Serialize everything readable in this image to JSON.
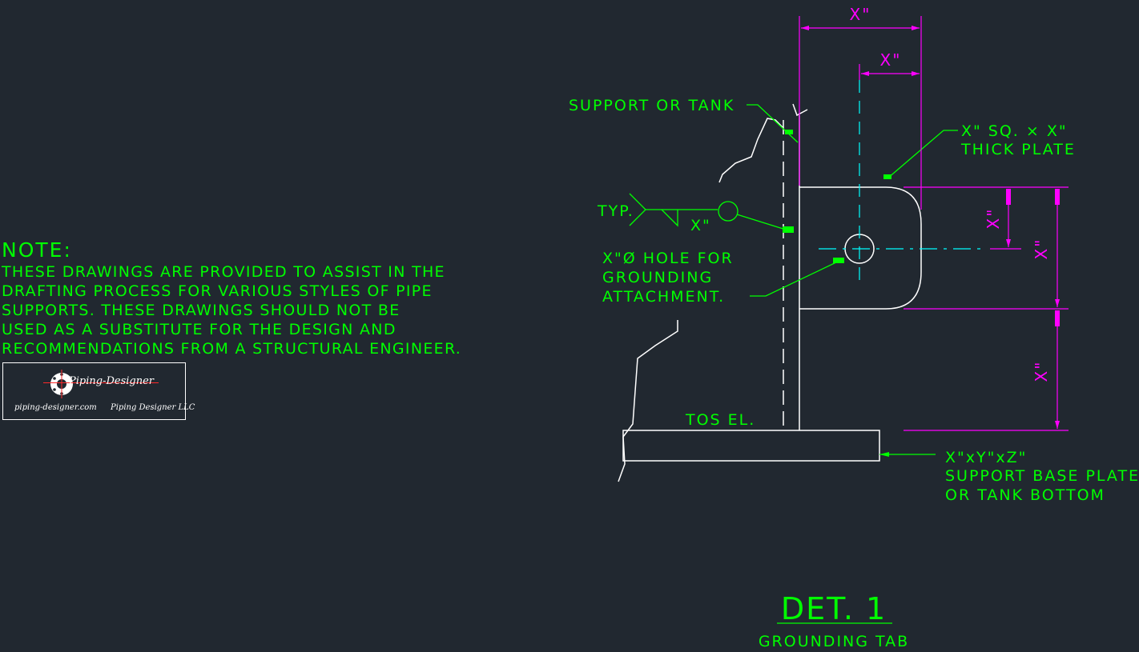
{
  "note": {
    "title": "NOTE:",
    "lines": [
      "THESE DRAWINGS ARE PROVIDED TO ASSIST IN THE",
      "DRAFTING PROCESS FOR VARIOUS STYLES OF PIPE",
      "SUPPORTS. THESE DRAWINGS SHOULD NOT BE",
      "USED AS A SUBSTITUTE FOR THE DESIGN AND",
      "RECOMMENDATIONS FROM A STRUCTURAL ENGINEER."
    ]
  },
  "logo": {
    "name": "Piping-Designer",
    "website": "piping-designer.com",
    "company": "Piping Designer LLC"
  },
  "labels": {
    "support_or_tank": "SUPPORT OR TANK",
    "plate_line1": "X\" SQ. × X\"",
    "plate_line2": "THICK PLATE",
    "weld_typ": "TYP.",
    "weld_size": "X\"",
    "hole_line1": "X\"Ø HOLE FOR",
    "hole_line2": "GROUNDING",
    "hole_line3": "ATTACHMENT.",
    "tos_el": "TOS EL.",
    "base_line1": "X\"xY\"xZ\"",
    "base_line2": "SUPPORT BASE PLATE",
    "base_line3": "OR TANK BOTTOM"
  },
  "dimensions": {
    "top_overall": "X\"",
    "top_hole": "X\"",
    "right_hole": "X\"",
    "right_plate": "X\"",
    "right_lower": "X\""
  },
  "detail": {
    "title": "DET. 1",
    "subtitle": "GROUNDING TAB"
  },
  "colors": {
    "background": "#212830",
    "text": "#00ff00",
    "dimension": "#ff00ff",
    "centerline": "#00ffff",
    "geometry": "#ffffff"
  }
}
